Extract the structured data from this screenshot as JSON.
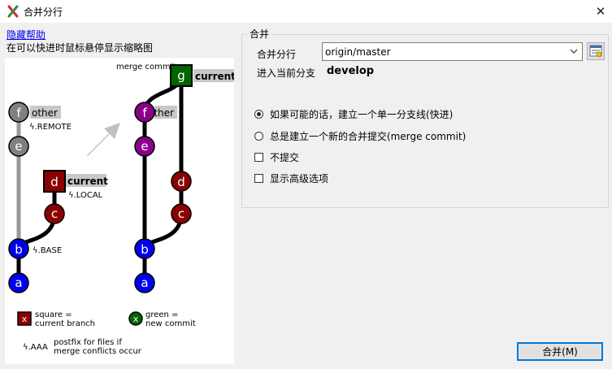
{
  "window": {
    "title": "合并分行",
    "close_glyph": "✕"
  },
  "help": {
    "hide_link": "隐藏帮助",
    "tip": "在可以快进时鼠标悬停显示缩略图"
  },
  "diagram": {
    "left": {
      "nodes": {
        "f": "f",
        "e": "e",
        "d": "d",
        "c": "c",
        "b": "b",
        "a": "a"
      },
      "labels": {
        "other": "other",
        "remote": "ϟ.REMOTE",
        "current": "current",
        "local": "ϟ.LOCAL",
        "base": "ϟ.BASE"
      }
    },
    "right": {
      "caption": "merge commit",
      "nodes": {
        "g": "g",
        "f": "f",
        "e": "e",
        "d": "d",
        "c": "c",
        "b": "b",
        "a": "a"
      },
      "labels": {
        "current": "current",
        "other": "other"
      }
    },
    "legend": {
      "square_glyph": "x",
      "square_line1": "square =",
      "square_line2": "current branch",
      "green_glyph": "x",
      "green_line1": "green =",
      "green_line2": "new commit",
      "postfix_glyph": "ϟ.AAA",
      "postfix_line1": "postfix for files if",
      "postfix_line2": "merge conflicts occur"
    },
    "colors": {
      "gray": "#808080",
      "purple": "#8b008b",
      "darkred": "#8b0000",
      "blue": "#0000ee",
      "green": "#006400",
      "arrow": "#c0c0c0",
      "label_bg": "#c8c8c8"
    }
  },
  "merge": {
    "group_title": "合并",
    "branch_label": "合并分行",
    "branch_value": "origin/master",
    "into_label": "进入当前分支",
    "into_value": "develop",
    "options": [
      {
        "label": "如果可能的话，建立一个单一分支线(快进)",
        "checked": true
      },
      {
        "label": "总是建立一个新的合并提交(merge commit)",
        "checked": false
      }
    ],
    "checks": [
      {
        "label": "不提交",
        "checked": false
      },
      {
        "label": "显示高级选项",
        "checked": false
      }
    ]
  },
  "buttons": {
    "merge": "合并(M)"
  }
}
